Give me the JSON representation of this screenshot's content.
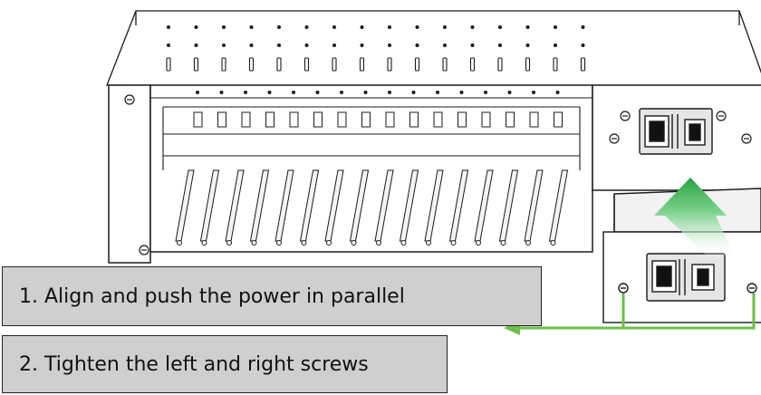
{
  "steps": [
    {
      "number": "1",
      "text": "1. Align and push the power in parallel"
    },
    {
      "number": "2",
      "text": "2. Tighten the left and right screws"
    }
  ],
  "colors": {
    "outline": "#1a1a1a",
    "panel_fill": "#f2f2f2",
    "callout_fill": "#cfcfcf",
    "arrow_green": "#2ea84a",
    "leader_green": "#6cbf4a"
  },
  "icons": [
    "screw-icon",
    "power-socket-icon",
    "power-switch-icon",
    "insert-arrow-icon"
  ]
}
